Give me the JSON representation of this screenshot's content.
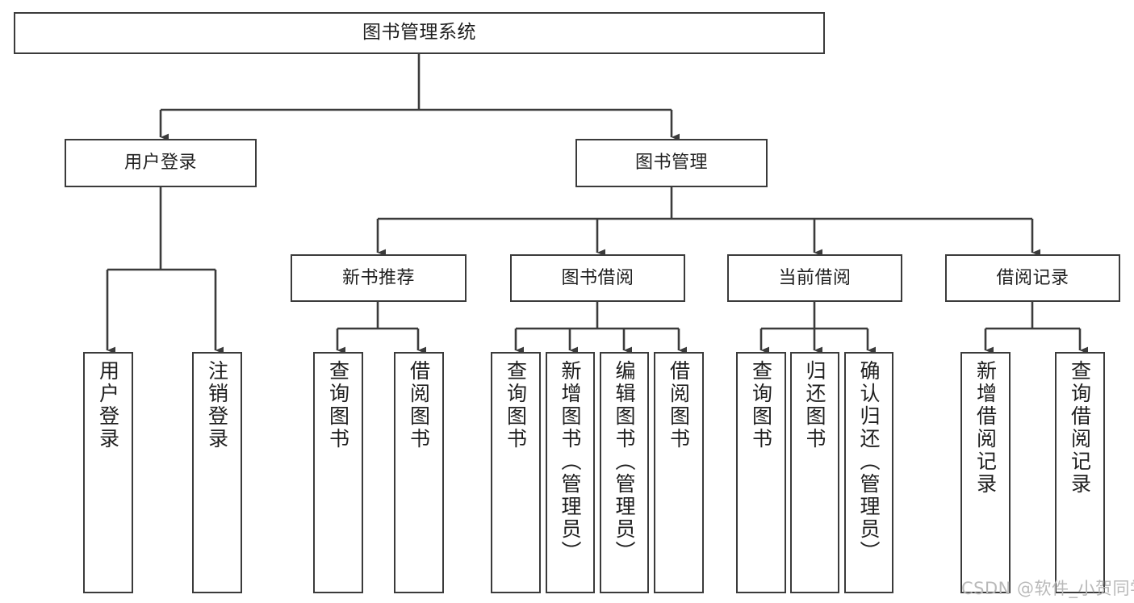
{
  "diagram": {
    "title": "图书管理系统",
    "type": "function-structure-tree",
    "colors": {
      "stroke": "#3b3b3b",
      "fill": "#ffffff",
      "text": "#1f1f1f",
      "watermark": "#b9b9b9",
      "background": "#ffffff"
    },
    "root": {
      "label": "图书管理系统"
    },
    "level2": [
      {
        "label": "用户登录"
      },
      {
        "label": "图书管理"
      }
    ],
    "level3": [
      {
        "label": "新书推荐"
      },
      {
        "label": "图书借阅"
      },
      {
        "label": "当前借阅"
      },
      {
        "label": "借阅记录"
      }
    ],
    "leaves": {
      "user_login": [
        {
          "label": "用户登录"
        },
        {
          "label": "注销登录"
        }
      ],
      "new_book_recommend": [
        {
          "label": "查询图书"
        },
        {
          "label": "借阅图书"
        }
      ],
      "book_borrow": [
        {
          "label": "查询图书"
        },
        {
          "label": "新增图书（管理员）"
        },
        {
          "label": "编辑图书（管理员）"
        },
        {
          "label": "借阅图书"
        }
      ],
      "current_borrow": [
        {
          "label": "查询图书"
        },
        {
          "label": "归还图书"
        },
        {
          "label": "确认归还（管理员）"
        }
      ],
      "borrow_record": [
        {
          "label": "新增借阅记录"
        },
        {
          "label": "查询借阅记录"
        }
      ]
    }
  },
  "watermark": {
    "text": "CSDN @软件_小贺同学"
  }
}
